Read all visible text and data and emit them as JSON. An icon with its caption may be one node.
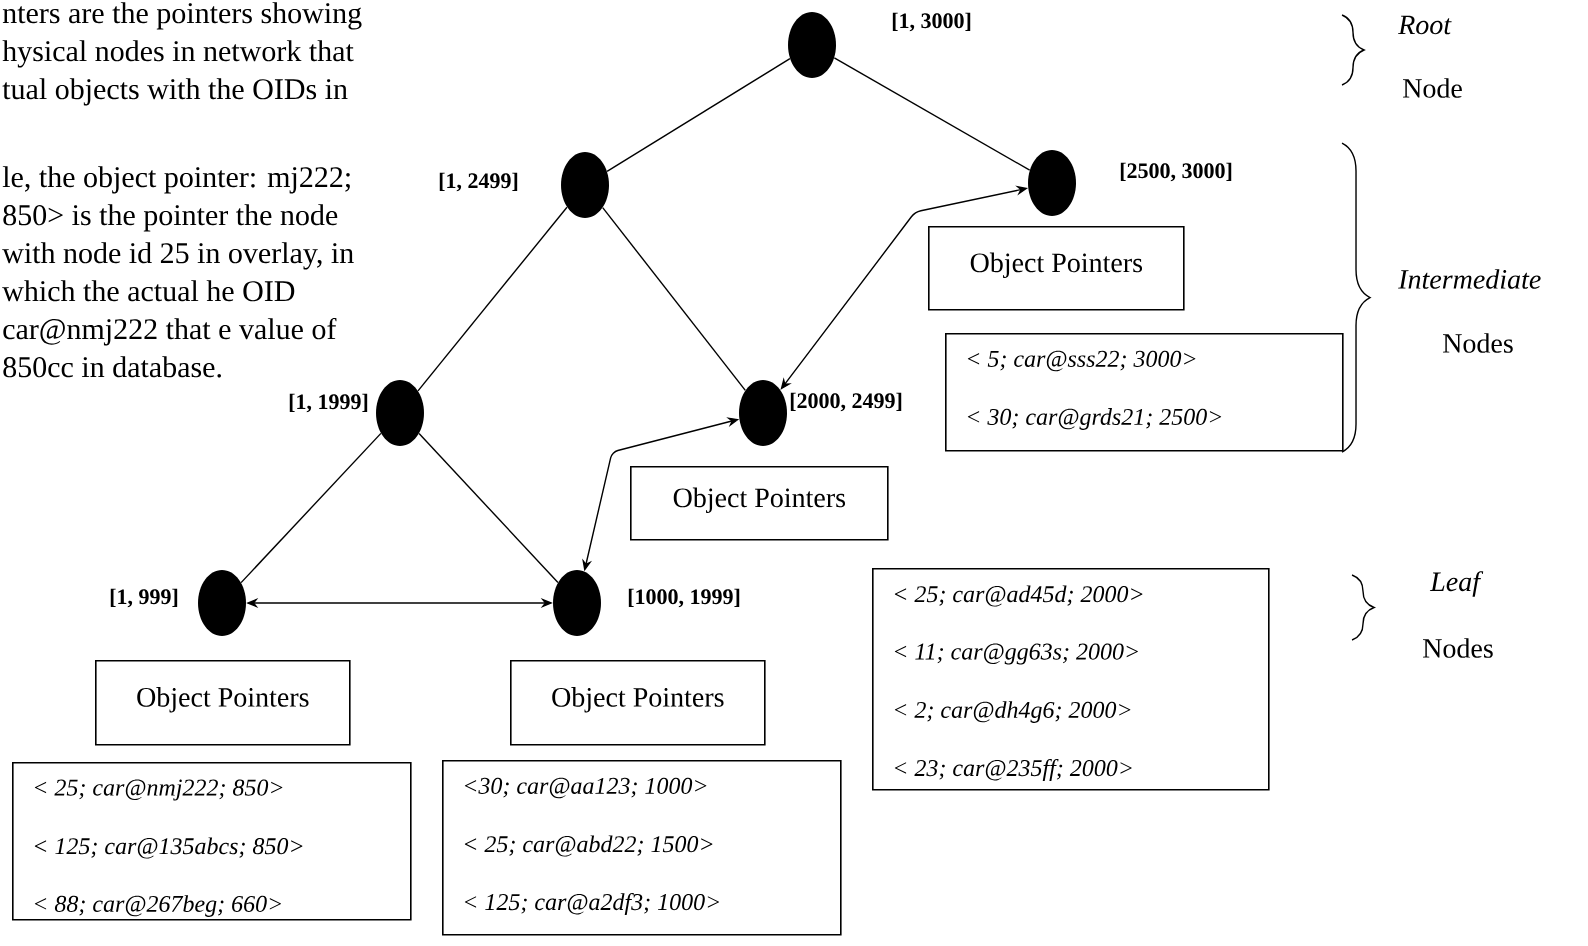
{
  "diagram": {
    "nodes": [
      {
        "text": [],
        "shape": "circle",
        "beside": [
          "[1, 3000]"
        ]
      },
      {
        "text": [],
        "shape": "circle",
        "beside": [
          "[1, 2499]"
        ]
      },
      {
        "text": [],
        "shape": "circle",
        "beside": [
          "[2500, 3000]"
        ]
      },
      {
        "text": [],
        "shape": "circle",
        "beside": [
          "[1, 1999]"
        ]
      },
      {
        "text": [],
        "shape": "circle",
        "beside": [
          "[2000, 2499]"
        ]
      },
      {
        "text": [],
        "shape": "circle",
        "beside": [
          "[1, 999]"
        ]
      },
      {
        "text": [],
        "shape": "circle",
        "beside": [
          "[1000, 1999]"
        ]
      },
      {
        "text": [
          "Object Pointers"
        ]
      },
      {
        "text": [
          "< 5; car@sss22; 3000>",
          "< 30; car@grds21; 2500>"
        ]
      },
      {
        "text": [
          "Object Pointers"
        ]
      },
      {
        "text": [
          "< 25; car@ad45d; 2000>",
          "< 11; car@gg63s; 2000>",
          "< 2; car@dh4g6; 2000>",
          "< 23; car@235ff; 2000>"
        ]
      },
      {
        "text": [
          "Object Pointers"
        ]
      },
      {
        "text": [
          "Object Pointers"
        ]
      },
      {
        "text": [
          "< 25; car@nmj222; 850>",
          "< 125; car@135abcs; 850>",
          "< 88; car@267beg; 660>"
        ]
      },
      {
        "text": [
          "<30; car@aa123; 1000>",
          "< 25; car@abd22; 1500>",
          "< 125; car@a2df3; 1000>"
        ]
      }
    ],
    "edges": [
      {
        "from": 0,
        "to": 1,
        "arrow": "none"
      },
      {
        "from": 0,
        "to": 2,
        "arrow": "none"
      },
      {
        "from": 1,
        "to": 3,
        "arrow": "none"
      },
      {
        "from": 1,
        "to": 4,
        "arrow": "none"
      },
      {
        "from": 3,
        "to": 5,
        "arrow": "none"
      },
      {
        "from": 3,
        "to": 6,
        "arrow": "none"
      },
      {
        "from": 2,
        "to": 4,
        "arrow": "both"
      },
      {
        "from": 4,
        "to": 6,
        "arrow": "both"
      },
      {
        "from": 5,
        "to": 6,
        "arrow": "both"
      }
    ],
    "labels": [
      "nters are the pointers showing hysical nodes in network that tual objects with the OIDs in",
      "le, the object pointer: mj222; 850> is the pointer the node with node id 25 in overlay, in which the actual he OID car@nmj222 that e value of 850cc in database.",
      "*Root*",
      "Node",
      "*Intermediate*",
      "Nodes",
      "*Leaf*",
      "Nodes"
    ]
  }
}
